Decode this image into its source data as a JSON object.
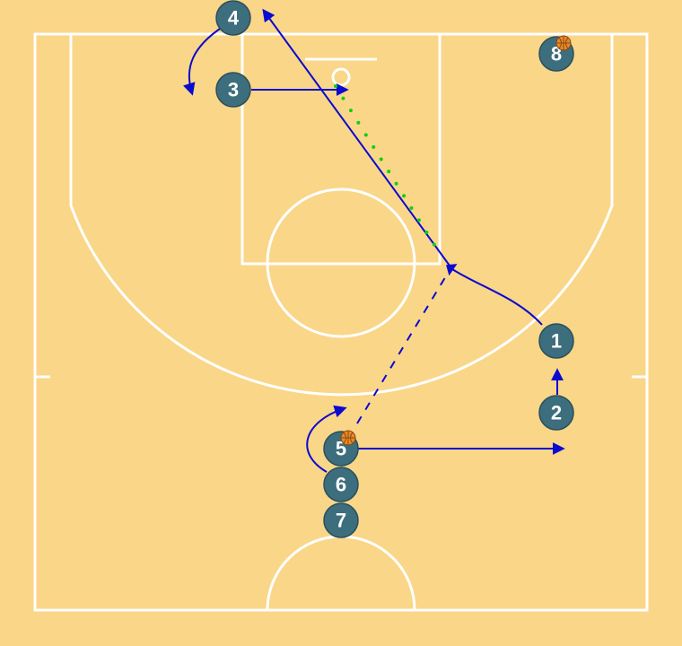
{
  "colors": {
    "court": "#fad689",
    "lines": "#ffffff",
    "player": "#3d6e7d",
    "movement": "#0a0ad0",
    "pass": "#11d011",
    "ball": "#e8892a"
  },
  "players": [
    {
      "id": "p1",
      "label": "1"
    },
    {
      "id": "p2",
      "label": "2"
    },
    {
      "id": "p3",
      "label": "3"
    },
    {
      "id": "p4",
      "label": "4"
    },
    {
      "id": "p5",
      "label": "5",
      "has_ball": true
    },
    {
      "id": "p6",
      "label": "6"
    },
    {
      "id": "p7",
      "label": "7"
    },
    {
      "id": "p8",
      "label": "8",
      "has_ball": true
    }
  ],
  "icons": {
    "ball": "basketball-icon"
  }
}
